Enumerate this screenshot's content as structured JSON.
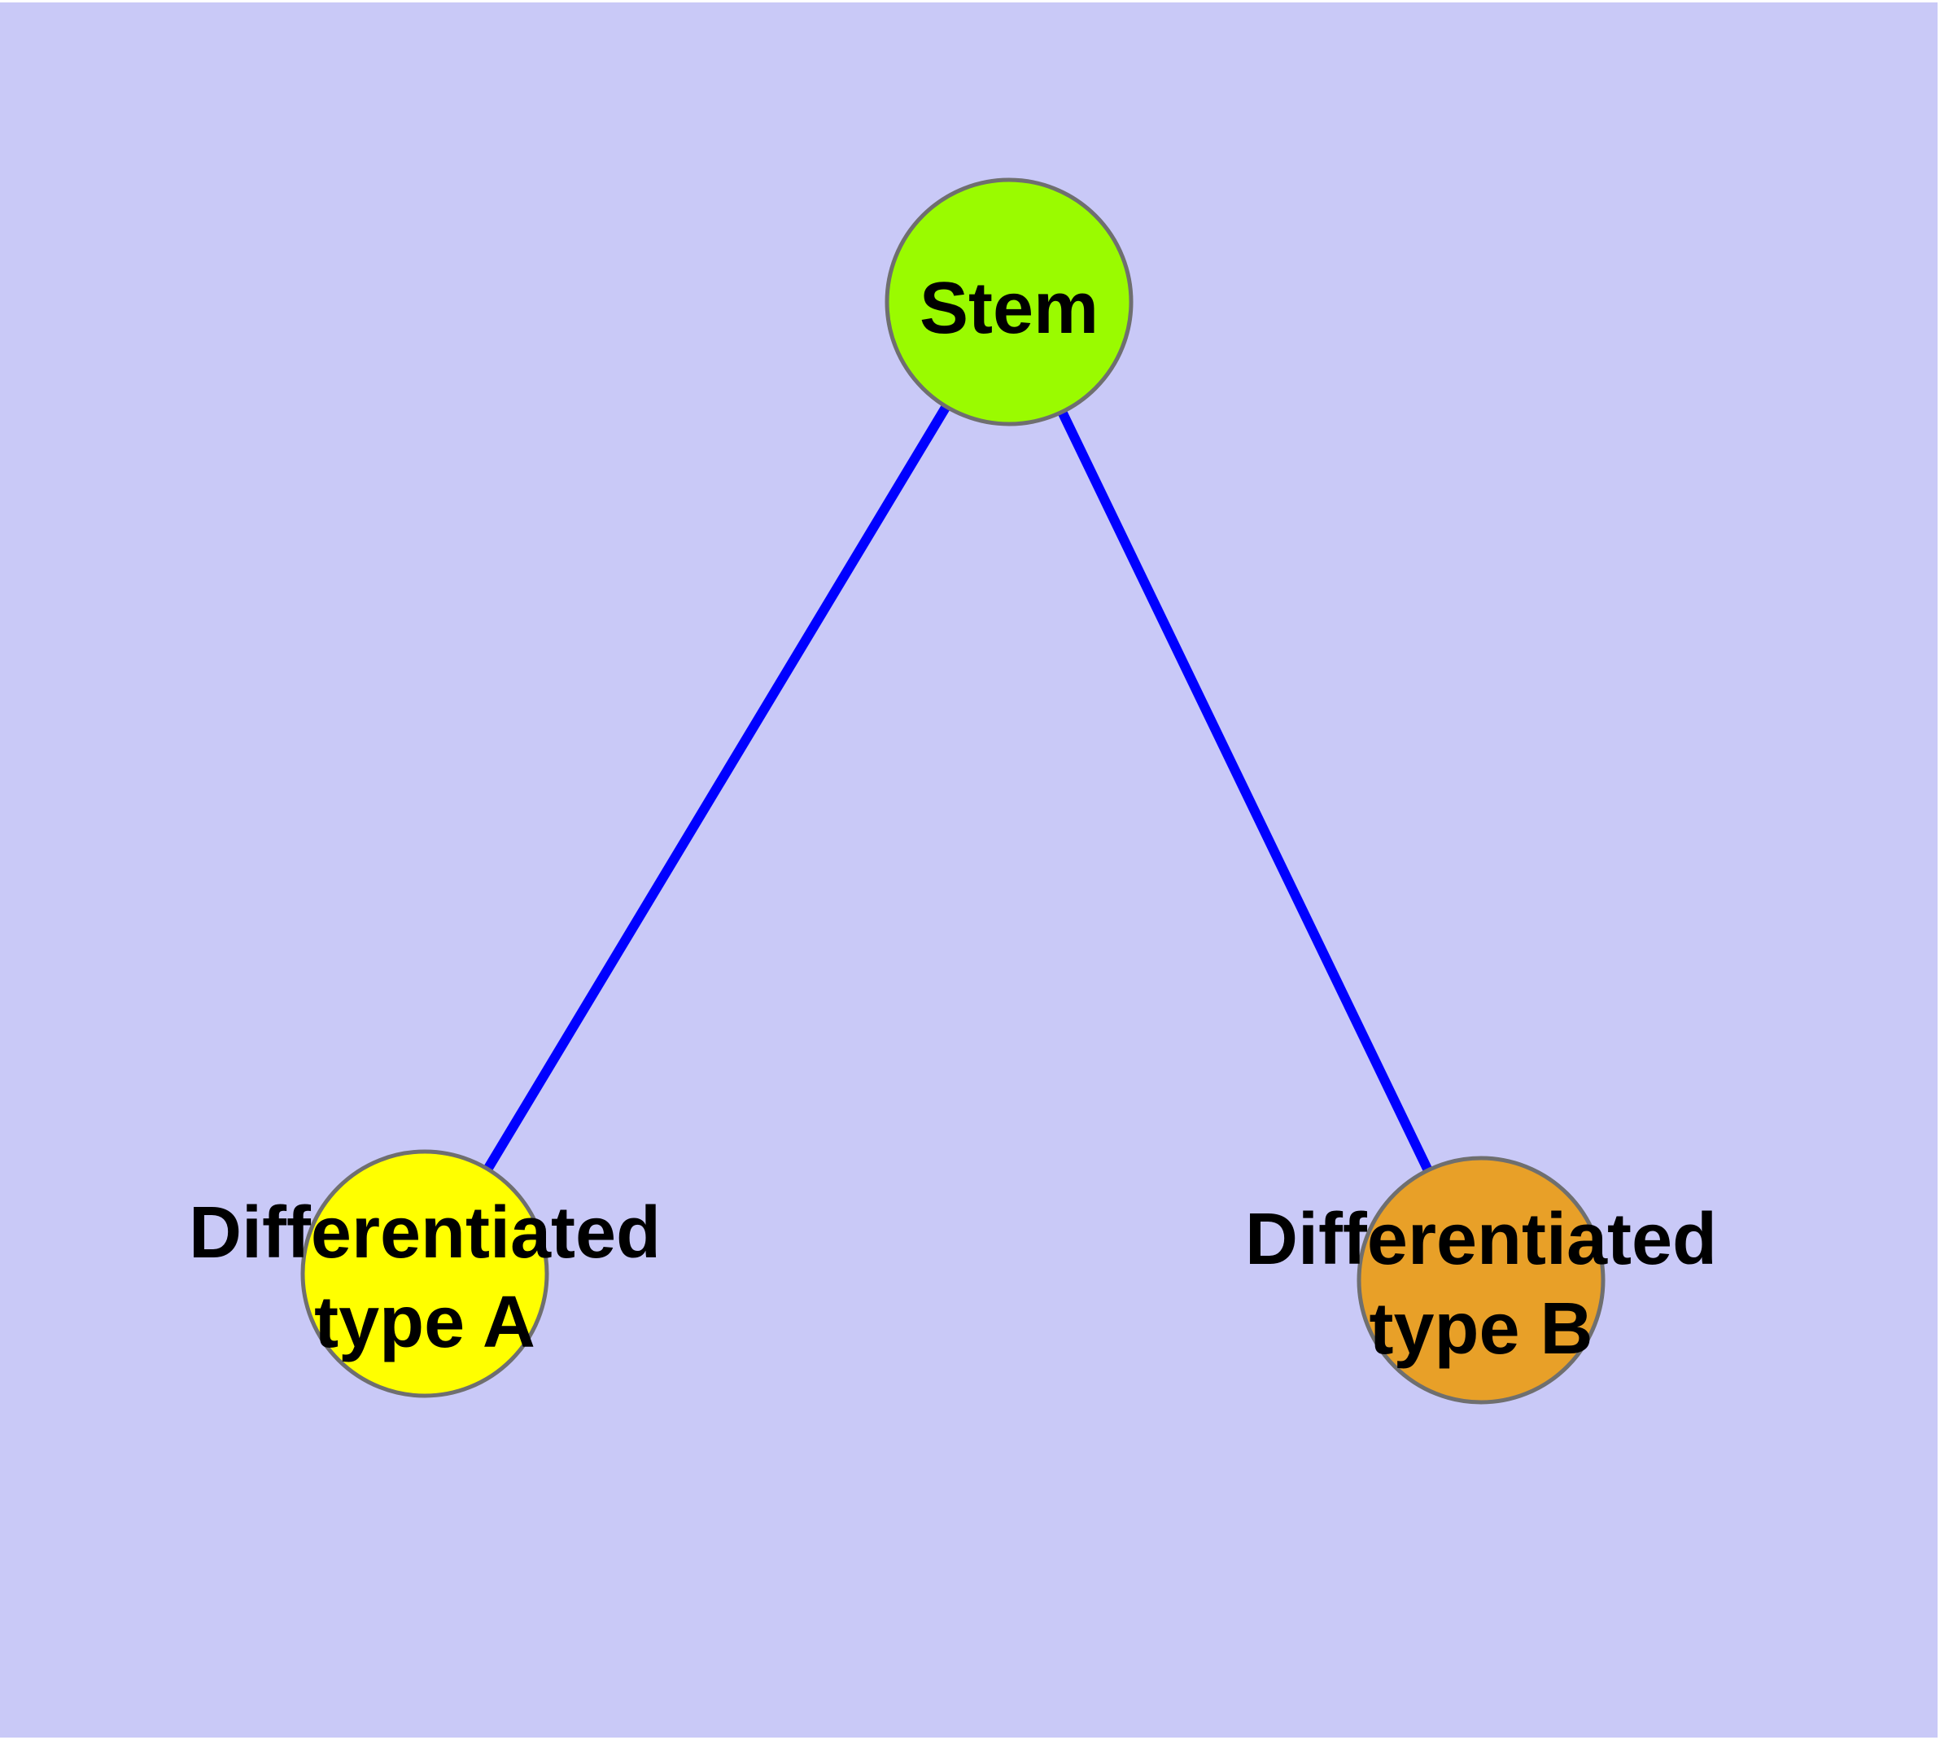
{
  "figure": {
    "type": "graph-diagram",
    "title": "",
    "background_color": "#C9C9F7",
    "margin_color": "#FFFFFF",
    "edge_color": "#0000FF",
    "node_border_color": "#6F6F6F",
    "label_color": "#000000",
    "nodes": [
      {
        "id": "stem",
        "label": "Stem",
        "label_lines": [
          "Stem"
        ],
        "fill_color": "#9AFB00"
      },
      {
        "id": "differentiated-type-a",
        "label": "Differentiated type A",
        "label_lines": [
          "Differentiated",
          "type A"
        ],
        "fill_color": "#FFFF00"
      },
      {
        "id": "differentiated-type-b",
        "label": "Differentiated type B",
        "label_lines": [
          "Differentiated",
          "type B"
        ],
        "fill_color": "#E8A028"
      }
    ],
    "edges": [
      {
        "from": "Stem",
        "to": "Differentiated type A"
      },
      {
        "from": "Stem",
        "to": "Differentiated type B"
      }
    ]
  }
}
